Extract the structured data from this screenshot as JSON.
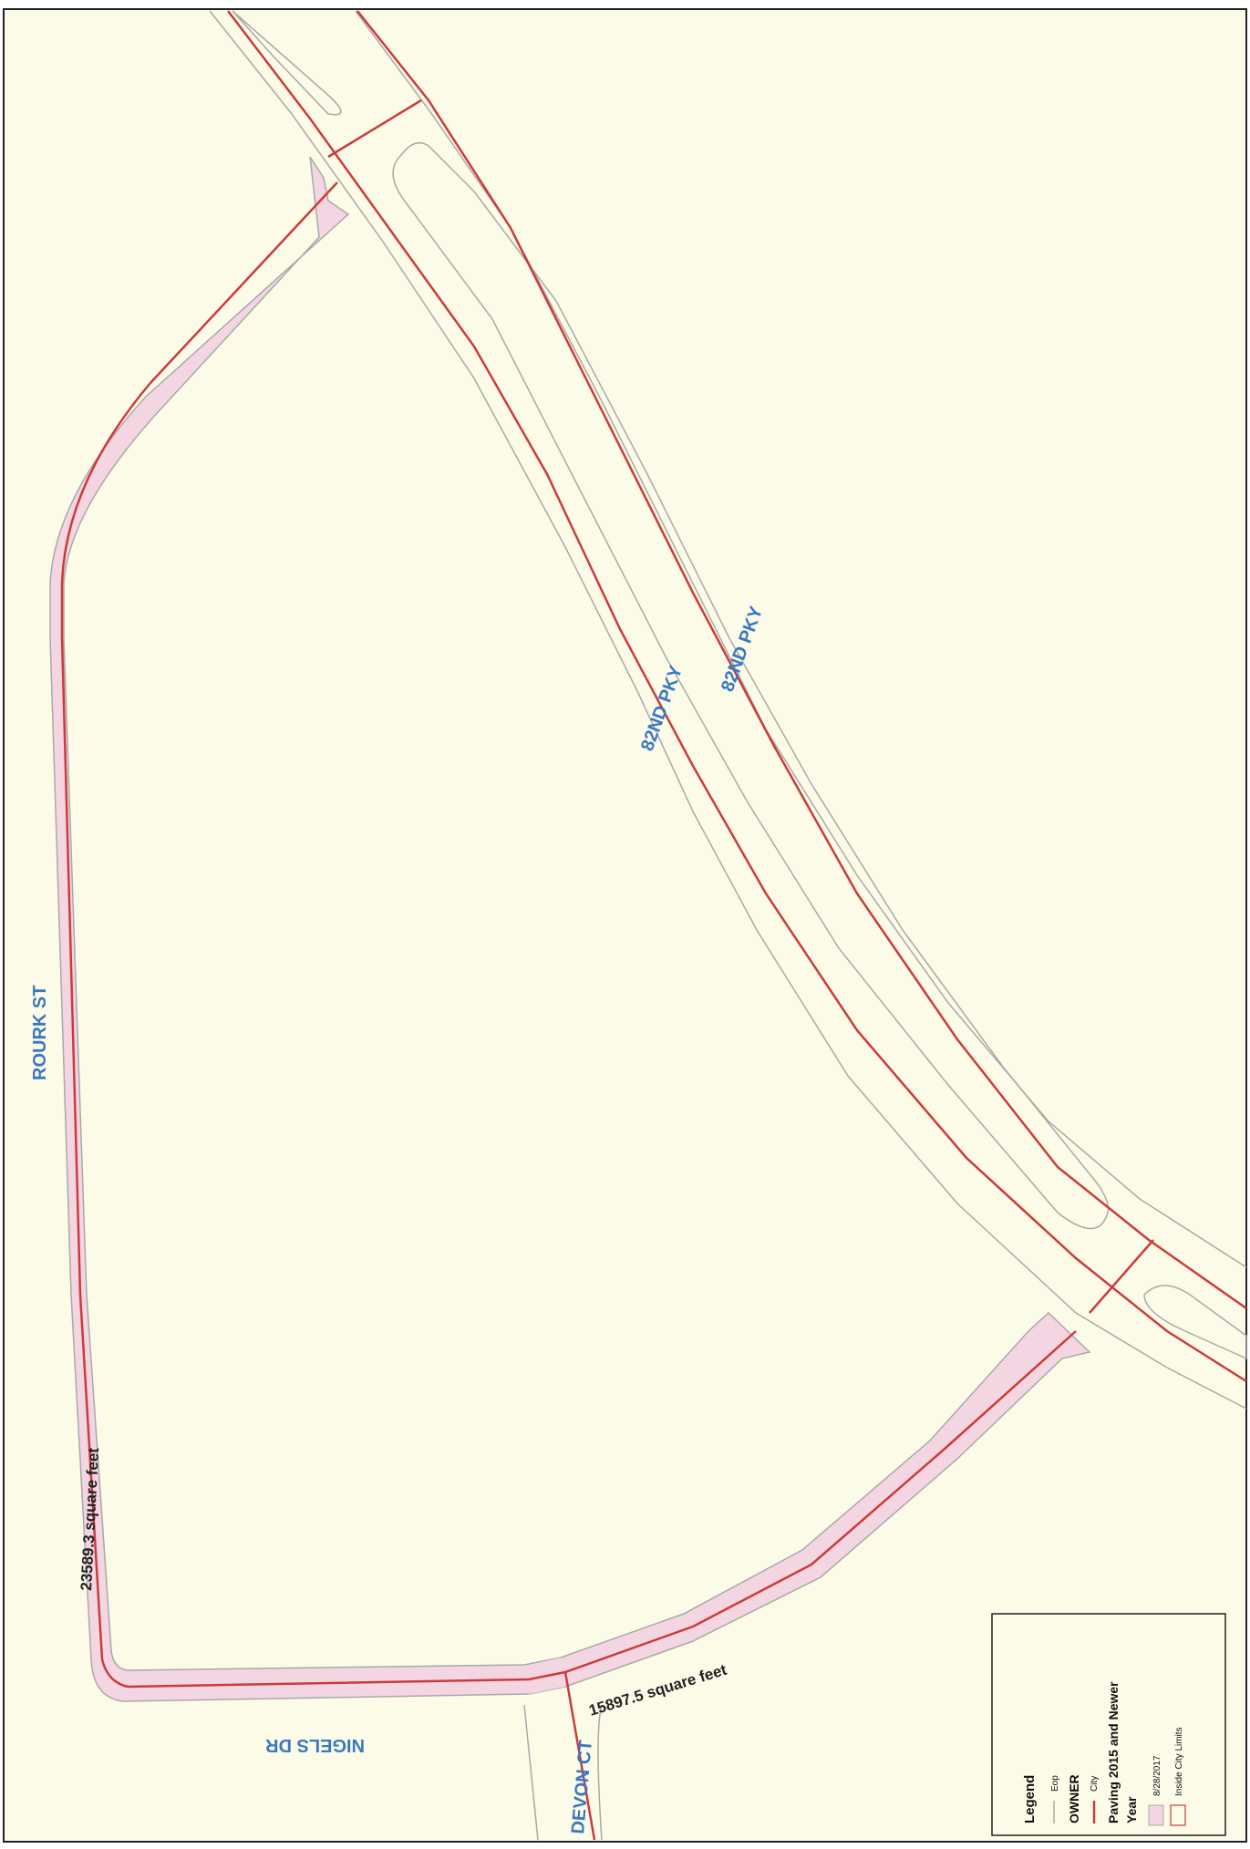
{
  "streets": {
    "rourk": "ROURK ST",
    "pky_upper": "82ND PKY",
    "pky_lower": "82ND PKY",
    "nigels": "NIGELS DR",
    "devon": "DEVON CT"
  },
  "areas": {
    "rourk_area": "23589.3 square feet",
    "nigels_area": "15897.5 square feet"
  },
  "legend": {
    "title": "Legend",
    "eop_label": "Eop",
    "owner_heading": "OWNER",
    "city_label": "City",
    "paving_heading": "Paving 2015 and Newer",
    "year_heading": "Year",
    "date_label": "8/28/2017",
    "limits_label": "Inside City Limits"
  },
  "colors": {
    "background": "#fbfbe8",
    "paving_fill": "#f3d6e2",
    "city_line": "#cc3b3b",
    "eop_line": "#a9a9a9",
    "label_blue": "#3a78c2",
    "frame": "#222222"
  }
}
